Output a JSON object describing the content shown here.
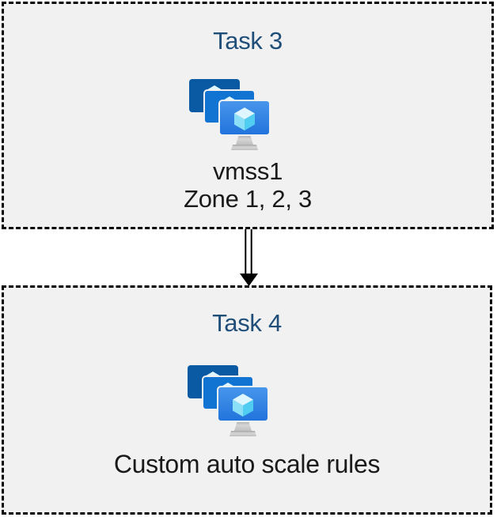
{
  "diagram": {
    "boxes": [
      {
        "title": "Task 3",
        "icon": "vm-scale-sets-icon",
        "caption_line1": "vmss1",
        "caption_line2": "Zone 1, 2, 3"
      },
      {
        "title": "Task 4",
        "icon": "vm-scale-sets-icon",
        "caption_line1": "Custom auto scale rules"
      }
    ],
    "connector": {
      "style": "double-line-arrow",
      "direction": "down",
      "color": "#000000"
    }
  },
  "colors": {
    "box_background": "#f1f1f1",
    "box_border": "#000000",
    "title_text": "#1f4e79",
    "body_text": "#1a1a1a",
    "monitor_back": "#0a59a3",
    "monitor_middle": "#1173d2",
    "monitor_front_top": "#4896ec",
    "monitor_front_bottom": "#2173dc",
    "cube_top": "#ddf6ff",
    "cube_left": "#8be0f7",
    "cube_right": "#50cdf0",
    "stand_light": "#e3e3e3",
    "stand_dark": "#a6a6a6"
  }
}
